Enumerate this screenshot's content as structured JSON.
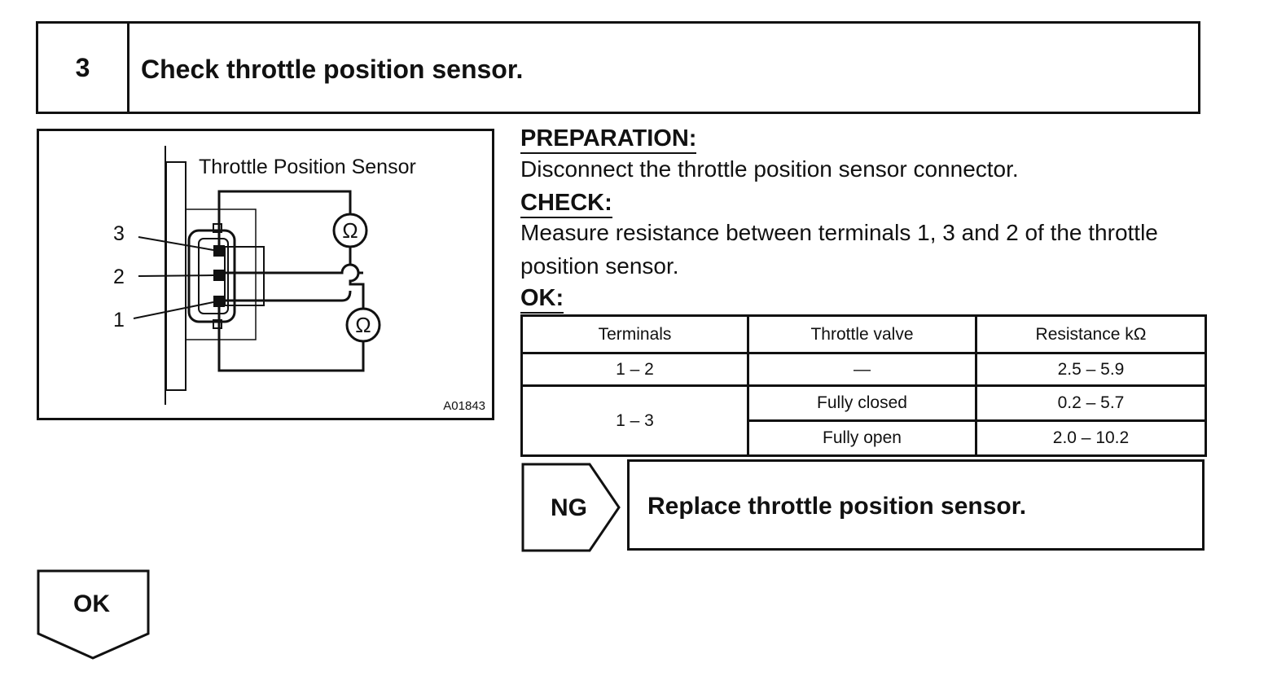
{
  "step": {
    "number": "3",
    "title": "Check throttle position sensor."
  },
  "figure": {
    "title": "Throttle Position Sensor",
    "code": "A01843",
    "terminal_labels": [
      "3",
      "2",
      "1"
    ],
    "ohmmeter_symbol": "Ω",
    "ohmmeter_count": 2
  },
  "preparation": {
    "heading": "PREPARATION:",
    "text": "Disconnect the throttle position sensor connector."
  },
  "check": {
    "heading": "CHECK:",
    "line1": "Measure resistance between terminals 1, 3 and 2 of the throttle",
    "line2": "position sensor."
  },
  "ok_spec": {
    "heading": "OK:",
    "table": {
      "headers": [
        "Terminals",
        "Throttle valve",
        "Resistance kΩ"
      ],
      "rows": [
        {
          "terminals": "1 – 2",
          "valve": "—",
          "resistance": "2.5 – 5.9"
        },
        {
          "terminals": "1 – 3",
          "valve": "Fully closed",
          "resistance": "0.2 – 5.7"
        },
        {
          "terminals": "",
          "valve": "Fully open",
          "resistance": "2.0 – 10.2"
        }
      ]
    }
  },
  "ng": {
    "label": "NG",
    "action": "Replace throttle position sensor."
  },
  "ok_next": {
    "label": "OK"
  }
}
